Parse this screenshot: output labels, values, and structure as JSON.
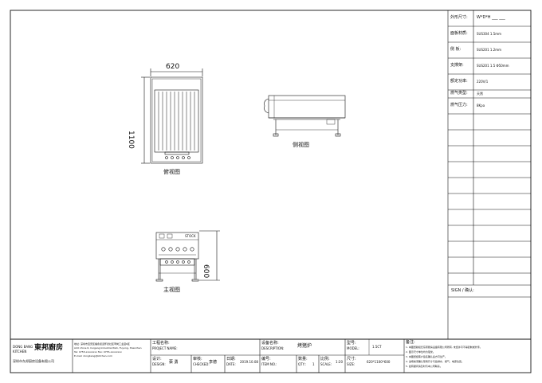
{
  "drawing": {
    "dimensions": {
      "top_width": "620",
      "top_depth": "1100",
      "front_depth": "600"
    },
    "view_captions": {
      "top_view": "俯视图",
      "side_view": "侧视图",
      "front_view": "主视图"
    },
    "front_label": "STOCK"
  },
  "spec_table": {
    "rows": [
      {
        "label": "外形尺寸:",
        "value": "W*D*H  ___  ___"
      },
      {
        "label": "面板材质:",
        "value": "SUS304 1.5mm"
      },
      {
        "label": "侧    板:",
        "value": "SUS201 1.2mm"
      },
      {
        "label": "支撑架:",
        "value": "SUS201 1.5 Φ50mm"
      },
      {
        "label": "额定功率:",
        "value": "220V/1"
      },
      {
        "label": "燃气类型:",
        "value": "天然"
      },
      {
        "label": "燃气压力:",
        "value": "8Kpa"
      }
    ],
    "sign_label": "SIGN / 确认:"
  },
  "title_block": {
    "company": {
      "name_en_1": "DONG BANG",
      "name_en_2": "KITCHEN",
      "name_cn": "東邦廚房",
      "full_name": "深圳市东邦厨房设备有限公司",
      "address_lines": [
        "地址: 深圳市宝安区福永街道怀德社区翠岗工业园6区",
        "Add: Zone 6, Cuigang Industrial Park, Fuyong, Shenzhen",
        "Tel: 0755-xxxxxxxx   Fax: 0755-xxxxxxxx",
        "E-mail: dongbang@kitchen.com"
      ]
    },
    "project_label_cn": "工程名称:",
    "project_label_en": "PROJECT NAME:",
    "description_label_cn": "设备名称:",
    "description_label_en": "DESCRIPTION:",
    "description_value": "烤猪炉",
    "model_label_cn": "型号:",
    "model_label_en": "MODEL:",
    "model_value": "1.5CT",
    "design_label_cn": "设计:",
    "design_label_en": "DESIGN:",
    "design_value": "蔡  勇",
    "checked_label_cn": "审核:",
    "checked_label_en": "CHECKED:",
    "checked_value": "李德",
    "date_label_cn": "日期:",
    "date_label_en": "DATE:",
    "date_value": "2019.10.08",
    "item_label_cn": "编号:",
    "item_label_en": "ITEM NO.:",
    "item_value": "",
    "qty_label_cn": "数量:",
    "qty_label_en": "QTY.:",
    "qty_value": "1",
    "scale_label_cn": "比例:",
    "scale_label_en": "SCALE:",
    "scale_value": "1:20",
    "size_label_cn": "尺寸:",
    "size_label_en": "SIZE:",
    "size_value": "620*1100*600",
    "notes_label": "备注:",
    "notes": [
      "1. 本图纸版权归东邦厨房设备有限公司所有, 未经许可不得复制或外传。",
      "2. 图示尺寸单位均为毫米。",
      "3. 本图纸经客户签名确认后方可生产。",
      "4. 进场前须确认现场尺寸与给排水、燃气、电源位置。",
      "5. 如有疑问请及时与本公司联系。"
    ]
  }
}
